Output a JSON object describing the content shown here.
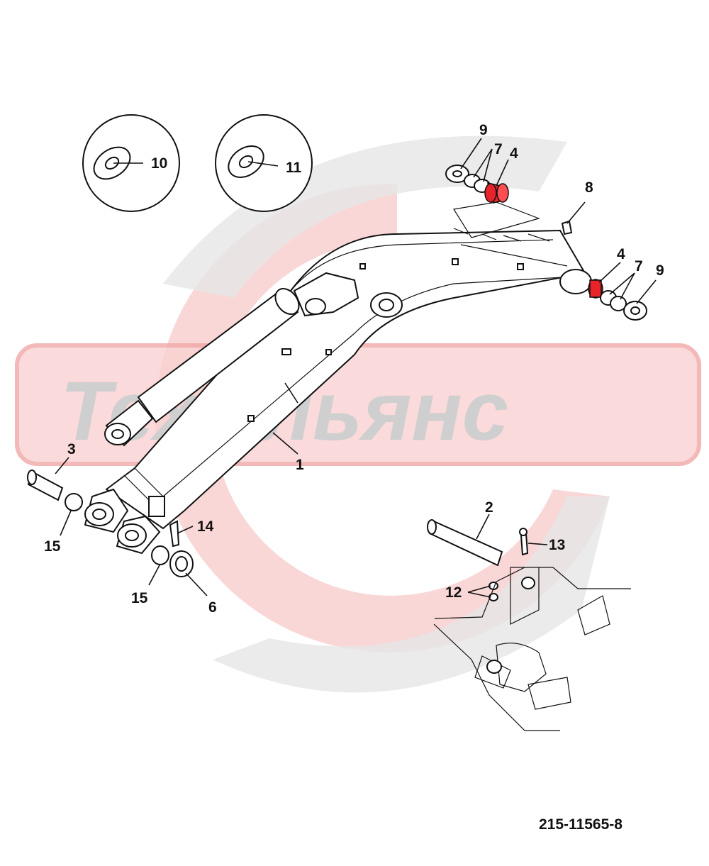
{
  "watermark": {
    "text": "ТехАльянс",
    "ring_color": "#f3a9a9",
    "band_color": "#d9d9d9"
  },
  "drawing_ref": "215-11565-8",
  "highlight_color": "#e8242a",
  "callouts": [
    {
      "id": "c10",
      "label": "10"
    },
    {
      "id": "c11",
      "label": "11"
    },
    {
      "id": "c9a",
      "label": "9"
    },
    {
      "id": "c7a",
      "label": "7"
    },
    {
      "id": "c4a",
      "label": "4"
    },
    {
      "id": "c8",
      "label": "8"
    },
    {
      "id": "c4b",
      "label": "4"
    },
    {
      "id": "c7b",
      "label": "7"
    },
    {
      "id": "c9b",
      "label": "9"
    },
    {
      "id": "c1",
      "label": "1"
    },
    {
      "id": "c3",
      "label": "3"
    },
    {
      "id": "c15a",
      "label": "15"
    },
    {
      "id": "c14",
      "label": "14"
    },
    {
      "id": "c15b",
      "label": "15"
    },
    {
      "id": "c6",
      "label": "6"
    },
    {
      "id": "c2",
      "label": "2"
    },
    {
      "id": "c13",
      "label": "13"
    },
    {
      "id": "c12",
      "label": "12"
    }
  ]
}
